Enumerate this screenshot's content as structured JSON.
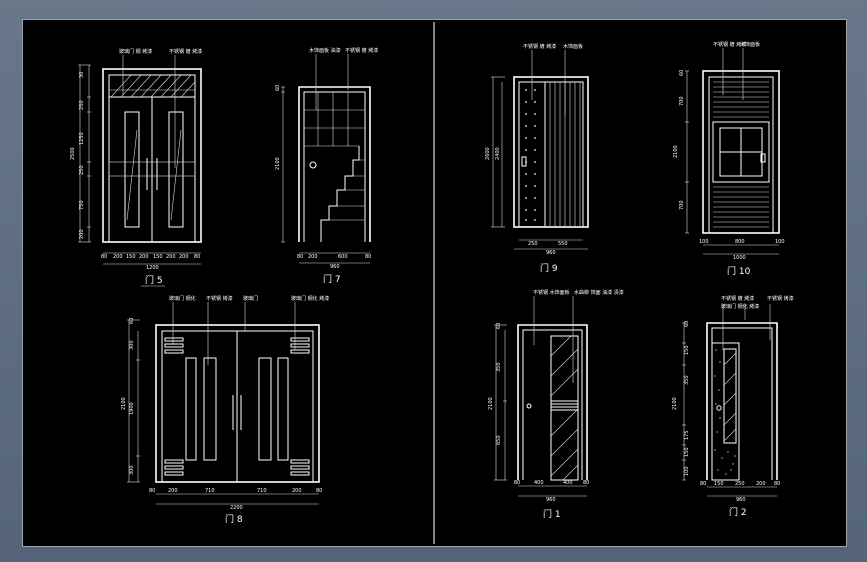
{
  "colors": {
    "background": "#000000",
    "line": "#ffffff",
    "chrome": "#5b6a7c"
  },
  "doors": [
    {
      "label": "门 5",
      "notes": [
        "玻璃门 钢 烤漆",
        "不锈钢 镀 烤漆"
      ],
      "dims_v": [
        "30",
        "250",
        "1250",
        "250",
        "750",
        "200"
      ],
      "dims_h": [
        "80",
        "200",
        "150",
        "200",
        "150",
        "200",
        "200",
        "80"
      ],
      "total": "1200",
      "total_v": "2500"
    },
    {
      "label": "门 7",
      "notes": [
        "木饰面板 油漆",
        "不锈钢 镀 烤漆"
      ],
      "dims_v": [
        "60",
        "2100"
      ],
      "dims_h": [
        "80",
        "200",
        "600",
        "80"
      ],
      "total": "960"
    },
    {
      "label": "门 9",
      "notes": [
        "不锈钢 镀 烤漆",
        "木饰面板"
      ],
      "dims_v": [
        "2600",
        "2400"
      ],
      "dims_h": [
        "250",
        "550"
      ],
      "total": "960"
    },
    {
      "label": "门 10",
      "notes": [
        "不锈钢 镀 烤漆",
        "木饰面板"
      ],
      "dims_v": [
        "60",
        "700",
        "2100",
        "700"
      ],
      "dims_h": [
        "100",
        "800",
        "100"
      ],
      "total": "1000"
    },
    {
      "label": "门 8",
      "notes": [
        "玻璃门 钢化",
        "不锈钢 烤漆",
        "玻璃门",
        "玻璃门 钢化 烤漆"
      ],
      "dims_v": [
        "60",
        "300",
        "2100",
        "1900",
        "300"
      ],
      "dims_h": [
        "80",
        "200",
        "710",
        "710",
        "200",
        "80"
      ],
      "total": "2200"
    },
    {
      "label": "门 1",
      "notes": [
        "不锈钢 木饰面板",
        "水曲柳 饰面 油漆 清漆"
      ],
      "dims_v": [
        "60",
        "350",
        "2100",
        "650"
      ],
      "dims_h": [
        "80",
        "400",
        "400",
        "80"
      ],
      "total": "960"
    },
    {
      "label": "门 2",
      "notes": [
        "不锈钢 镀 烤漆",
        "玻璃门 钢化 烤漆",
        "不锈钢 烤漆"
      ],
      "dims_v": [
        "60",
        "150",
        "350",
        "2100",
        "175",
        "150",
        "100"
      ],
      "dims_h": [
        "80",
        "150",
        "250",
        "200",
        "80"
      ],
      "total": "960"
    }
  ]
}
